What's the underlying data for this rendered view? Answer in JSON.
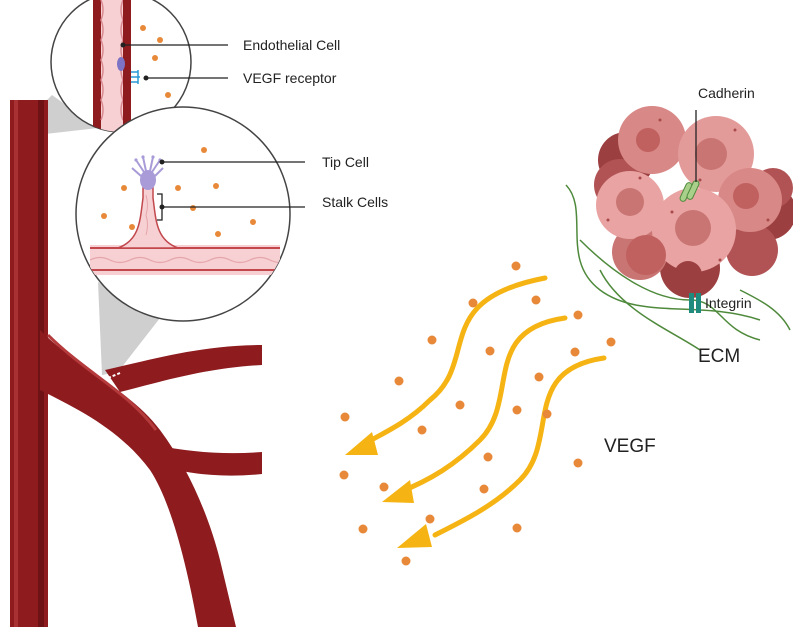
{
  "labels": {
    "endothelial_cell": "Endothelial Cell",
    "vegf_receptor": "VEGF receptor",
    "tip_cell": "Tip Cell",
    "stalk_cells": "Stalk Cells",
    "cadherin": "Cadherin",
    "integrin": "Integrin",
    "ecm": "ECM",
    "vegf": "VEGF"
  },
  "colors": {
    "vessel": "#8e1b1e",
    "vessel_dark": "#6e1215",
    "vessel_highlight": "#b43a3c",
    "vegf_particle": "#e8893a",
    "vegf_arrow": "#f5b414",
    "vessel_wall_pink": "#f6d0d3",
    "tip_cell": "#a99ad8",
    "receptor": "#2b9ad6",
    "tumor_light": "#e8a3a2",
    "tumor_mid": "#c97573",
    "tumor_dark": "#9c3f41",
    "cadherin": "#a8d08a",
    "integrin": "#1f8b7e",
    "ecm_fiber": "#4f8a3c",
    "zoom_cone": "#cfcfcf"
  },
  "icons": [
    "blood-vessel",
    "vessel-wall-zoom",
    "sprouting-vessel-zoom",
    "tumor-cell-cluster",
    "vegf-gradient-arrows"
  ]
}
